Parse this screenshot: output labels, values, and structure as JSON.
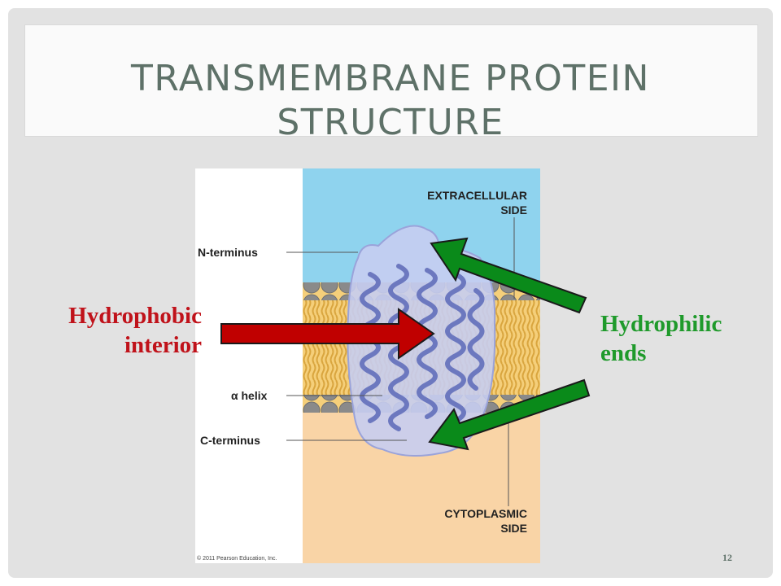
{
  "slide": {
    "title": "TRANSMEMBRANE PROTEIN STRUCTURE",
    "page_number": "12"
  },
  "figure": {
    "labels": {
      "extracellular_side": [
        "EXTRACELLULAR",
        "SIDE"
      ],
      "n_terminus": "N-terminus",
      "alpha_helix": "α helix",
      "c_terminus": "C-terminus",
      "cytoplasmic_side": [
        "CYTOPLASMIC",
        "SIDE"
      ]
    },
    "credit": "© 2011 Pearson Education, Inc.",
    "colors": {
      "extracellular": "#8fd3ee",
      "cytoplasm": "#f9d4a6",
      "lipid_head": "#8a8a8a",
      "lipid_tail": "#f3c466",
      "protein": "#c7cdf1",
      "helix": "#6c78bf"
    }
  },
  "callouts": {
    "hydrophobic": [
      "Hydrophobic",
      "interior"
    ],
    "hydrophilic": [
      "Hydrophilic",
      "ends"
    ]
  },
  "arrows": {
    "red_color": "#c00000",
    "green_color": "#0a8a1a"
  }
}
